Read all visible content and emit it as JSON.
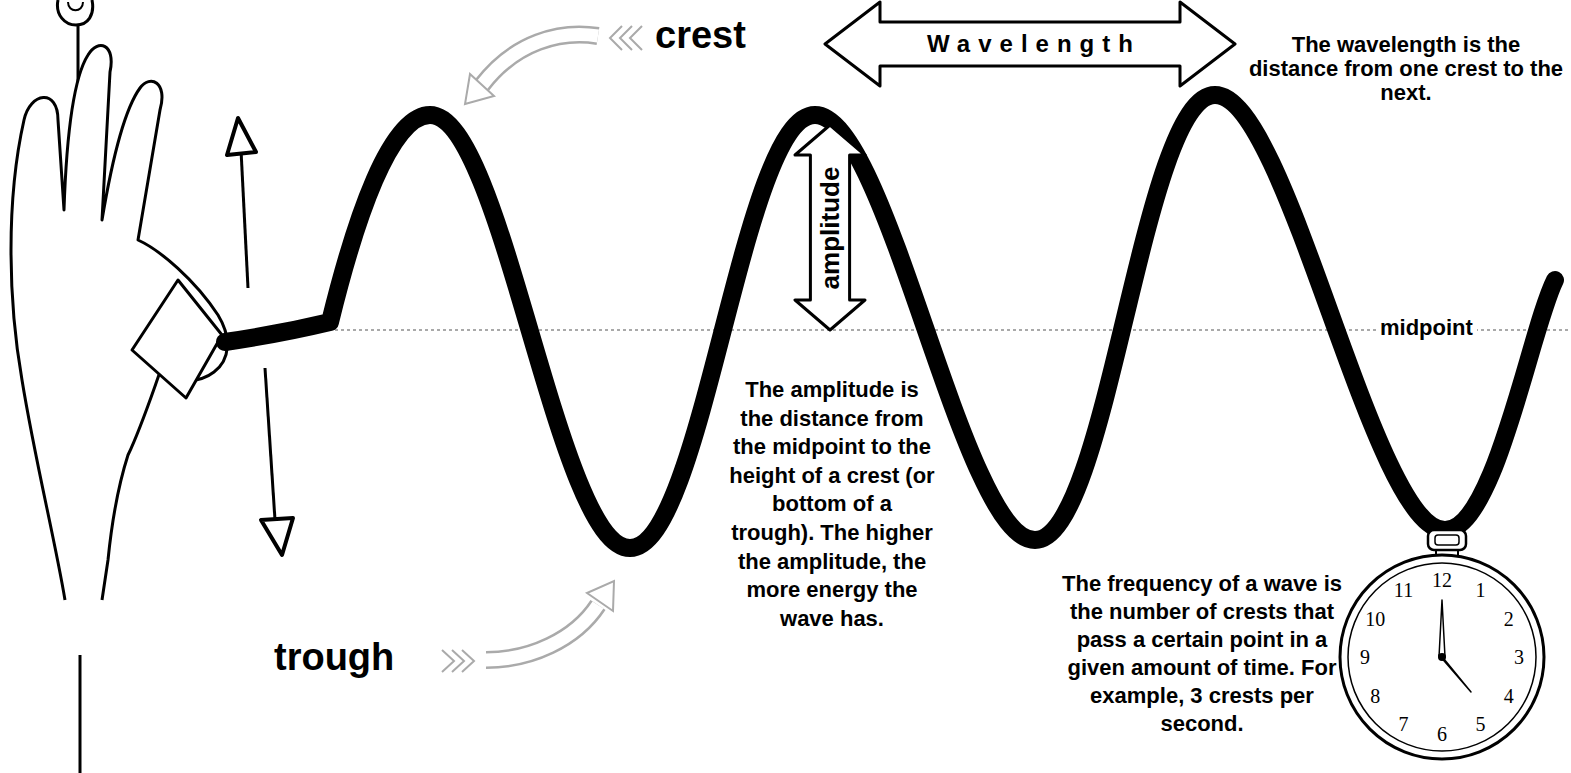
{
  "diagram": {
    "nodes": [
      {
        "text": [
          "Wavelength"
        ]
      },
      {
        "text": [
          "amplitude"
        ]
      }
    ],
    "labels": [
      "crest",
      "The wavelength is the distance from one crest to the next.",
      "midpoint",
      "The amplitude is the distance from the midpoint to the height of a crest (or bottom of a trough). The higher the amplitude, the more energy the wave has.",
      "trough",
      "The frequency of a wave is the number of crests that pass a certain point in a given amount of time. For example, 3 crests per second.",
      "12",
      "1",
      "2",
      "3",
      "4",
      "5",
      "6",
      "7",
      "8",
      "9",
      "10",
      "11"
    ]
  }
}
